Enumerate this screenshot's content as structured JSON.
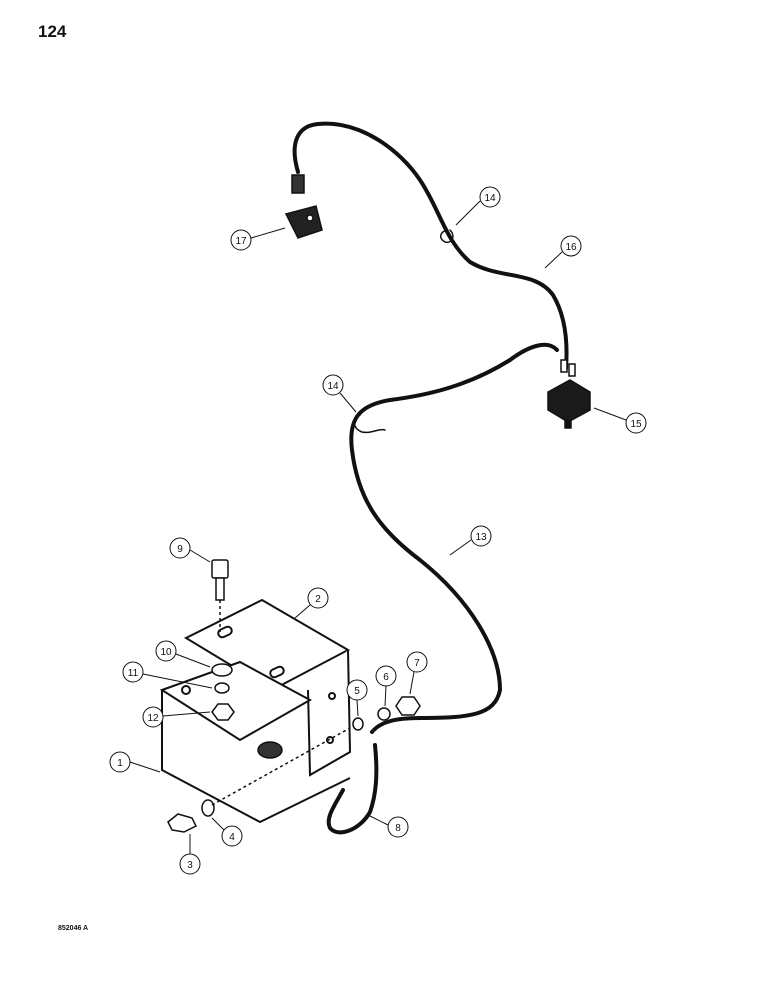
{
  "page_number": "124",
  "figure_code": "852046 A",
  "callouts": [
    "1",
    "2",
    "3",
    "4",
    "5",
    "6",
    "7",
    "8",
    "9",
    "10",
    "11",
    "12",
    "13",
    "14",
    "14",
    "15",
    "16",
    "17"
  ]
}
